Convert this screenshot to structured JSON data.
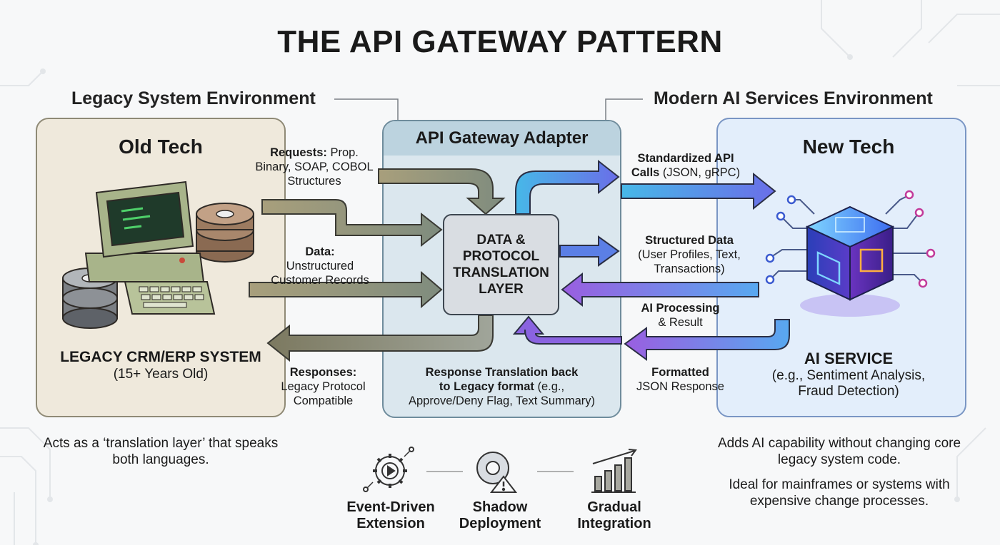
{
  "title": "THE API GATEWAY PATTERN",
  "environments": {
    "legacy": "Legacy System Environment",
    "modern": "Modern AI Services Environment"
  },
  "old_tech": {
    "title": "Old Tech",
    "system_title": "LEGACY CRM/ERP SYSTEM",
    "system_sub": "(15+ Years Old)",
    "note": "Acts as a ‘translation layer’ that speaks both languages."
  },
  "gateway": {
    "title": "API Gateway Adapter",
    "core_lines": [
      "DATA &",
      "PROTOCOL",
      "TRANSLATION",
      "LAYER"
    ],
    "response_bold_1": "Response Translation back",
    "response_bold_2": "to Legacy format",
    "response_rest_2": " (e.g.,",
    "response_line_3": "Approve/Deny Flag, Text Summary)"
  },
  "flows": {
    "requests_bold": "Requests:",
    "requests_1": " Prop.",
    "requests_2": "Binary, SOAP, COBOL",
    "requests_3": "Structures",
    "data_bold": "Data:",
    "data_1": "Unstructured",
    "data_2": "Customer Records",
    "responses_bold": "Responses:",
    "responses_1": "Legacy Protocol",
    "responses_2": "Compatible",
    "api_bold_1": "Standardized API",
    "api_bold_2": "Calls",
    "api_rest_2": " (JSON, gRPC)",
    "structured_bold": "Structured Data",
    "structured_1": "(User Profiles, Text,",
    "structured_2": "Transactions)",
    "ai_proc_bold": "AI Processing",
    "ai_proc_1": "& Result",
    "formatted_bold": "Formatted",
    "formatted_1": "JSON Response"
  },
  "new_tech": {
    "title": "New Tech",
    "service_title": "AI SERVICE",
    "service_sub_1": "(e.g., Sentiment Analysis,",
    "service_sub_2": "Fraud Detection)",
    "note_1": "Adds AI capability without changing core legacy system code.",
    "note_2": "Ideal for mainframes or systems with expensive change processes."
  },
  "features": [
    {
      "label_1": "Event-Driven",
      "label_2": "Extension",
      "icon": "gear-play-icon"
    },
    {
      "label_1": "Shadow",
      "label_2": "Deployment",
      "icon": "gear-warning-icon"
    },
    {
      "label_1": "Gradual",
      "label_2": "Integration",
      "icon": "bar-chart-growth-icon"
    }
  ],
  "colors": {
    "legacy_panel": "#efe9dc",
    "gateway_panel": "#dbe7ee",
    "modern_panel": "#e3eefb",
    "olive_arrow": "#8f8c6a",
    "blue_arrow": "#4a8fe0",
    "purple_arrow": "#8a63e0"
  }
}
